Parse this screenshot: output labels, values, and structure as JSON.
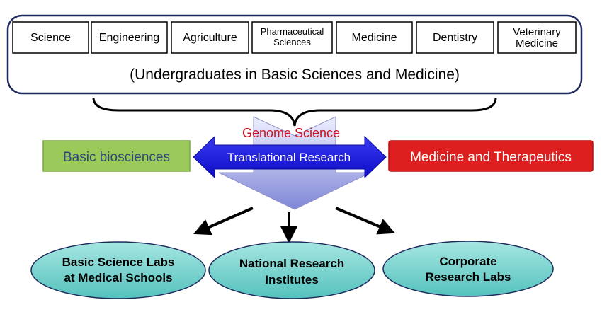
{
  "top_panel": {
    "fields": [
      {
        "line1": "Science",
        "line2": ""
      },
      {
        "line1": "Engineering",
        "line2": ""
      },
      {
        "line1": "Agriculture",
        "line2": ""
      },
      {
        "line1": "Pharmaceutical",
        "line2": "Sciences"
      },
      {
        "line1": "Medicine",
        "line2": ""
      },
      {
        "line1": "Dentistry",
        "line2": ""
      },
      {
        "line1": "Veterinary",
        "line2": "Medicine"
      }
    ],
    "caption": "(Undergraduates in Basic Sciences and Medicine)"
  },
  "center": {
    "genome": "Genome Science",
    "translational": "Translational Research"
  },
  "left_box": {
    "label": "Basic biosciences"
  },
  "right_box": {
    "label": "Medicine and Therapeutics"
  },
  "destinations": [
    {
      "line1": "Basic Science Labs",
      "line2": "at Medical Schools"
    },
    {
      "line1": "National Research",
      "line2": "Institutes"
    },
    {
      "line1": "Corporate",
      "line2": "Research Labs"
    }
  ],
  "colors": {
    "panel_border": "#1f2a5c",
    "green_box": "#9bca5a",
    "green_text": "#2e4a7a",
    "red_box": "#dd1f1f",
    "blue_arrow": "#1515d8",
    "genome_text": "#cc1020",
    "ellipse_fill": "#7ed4d0"
  }
}
